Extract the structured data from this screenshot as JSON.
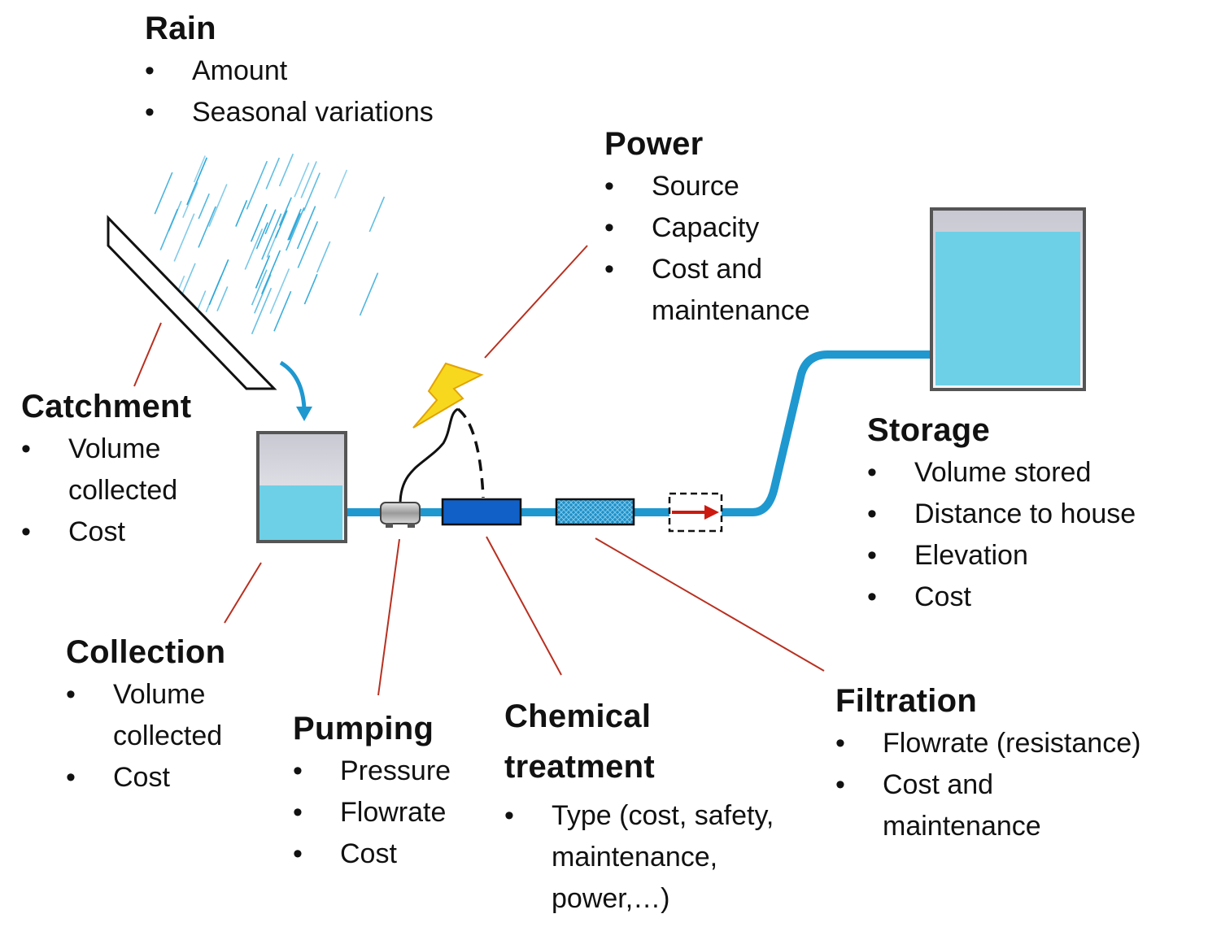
{
  "colors": {
    "water": "#6dd0e6",
    "pipe": "#1f98d0",
    "leader": "#b83020",
    "tank_outline": "#555555",
    "rain": "#2aa7d8",
    "bolt": "#f7d81f",
    "chem_block": "#1060c8",
    "filter_block": "#1f8fc8",
    "arrow": "#cc1a10"
  },
  "icons": [
    "catchment-panel-icon",
    "rain-icon",
    "lightning-bolt-icon",
    "pump-icon",
    "collection-tank-icon",
    "storage-tank-icon",
    "valve-arrow-icon"
  ],
  "sections": {
    "rain": {
      "title": "Rain",
      "items": [
        [
          "Amount"
        ],
        [
          "Seasonal variations"
        ]
      ]
    },
    "power": {
      "title": "Power",
      "items": [
        [
          "Source"
        ],
        [
          "Capacity"
        ],
        [
          "Cost and",
          "maintenance"
        ]
      ]
    },
    "catchment": {
      "title": "Catchment",
      "items": [
        [
          "Volume",
          "collected"
        ],
        [
          "Cost"
        ]
      ]
    },
    "storage": {
      "title": "Storage",
      "items": [
        [
          "Volume stored"
        ],
        [
          "Distance to house"
        ],
        [
          "Elevation"
        ],
        [
          "Cost"
        ]
      ]
    },
    "collection": {
      "title": "Collection",
      "items": [
        [
          "Volume",
          "collected"
        ],
        [
          "Cost"
        ]
      ]
    },
    "pumping": {
      "title": "Pumping",
      "items": [
        [
          "Pressure"
        ],
        [
          "Flowrate"
        ],
        [
          "Cost"
        ]
      ]
    },
    "chemical": {
      "title": [
        "Chemical",
        "treatment"
      ],
      "items": [
        [
          "Type (cost, safety,",
          "maintenance,",
          "power,…)"
        ]
      ]
    },
    "filtration": {
      "title": "Filtration",
      "items": [
        [
          "Flowrate (resistance)"
        ],
        [
          "Cost and",
          "maintenance"
        ]
      ]
    }
  }
}
